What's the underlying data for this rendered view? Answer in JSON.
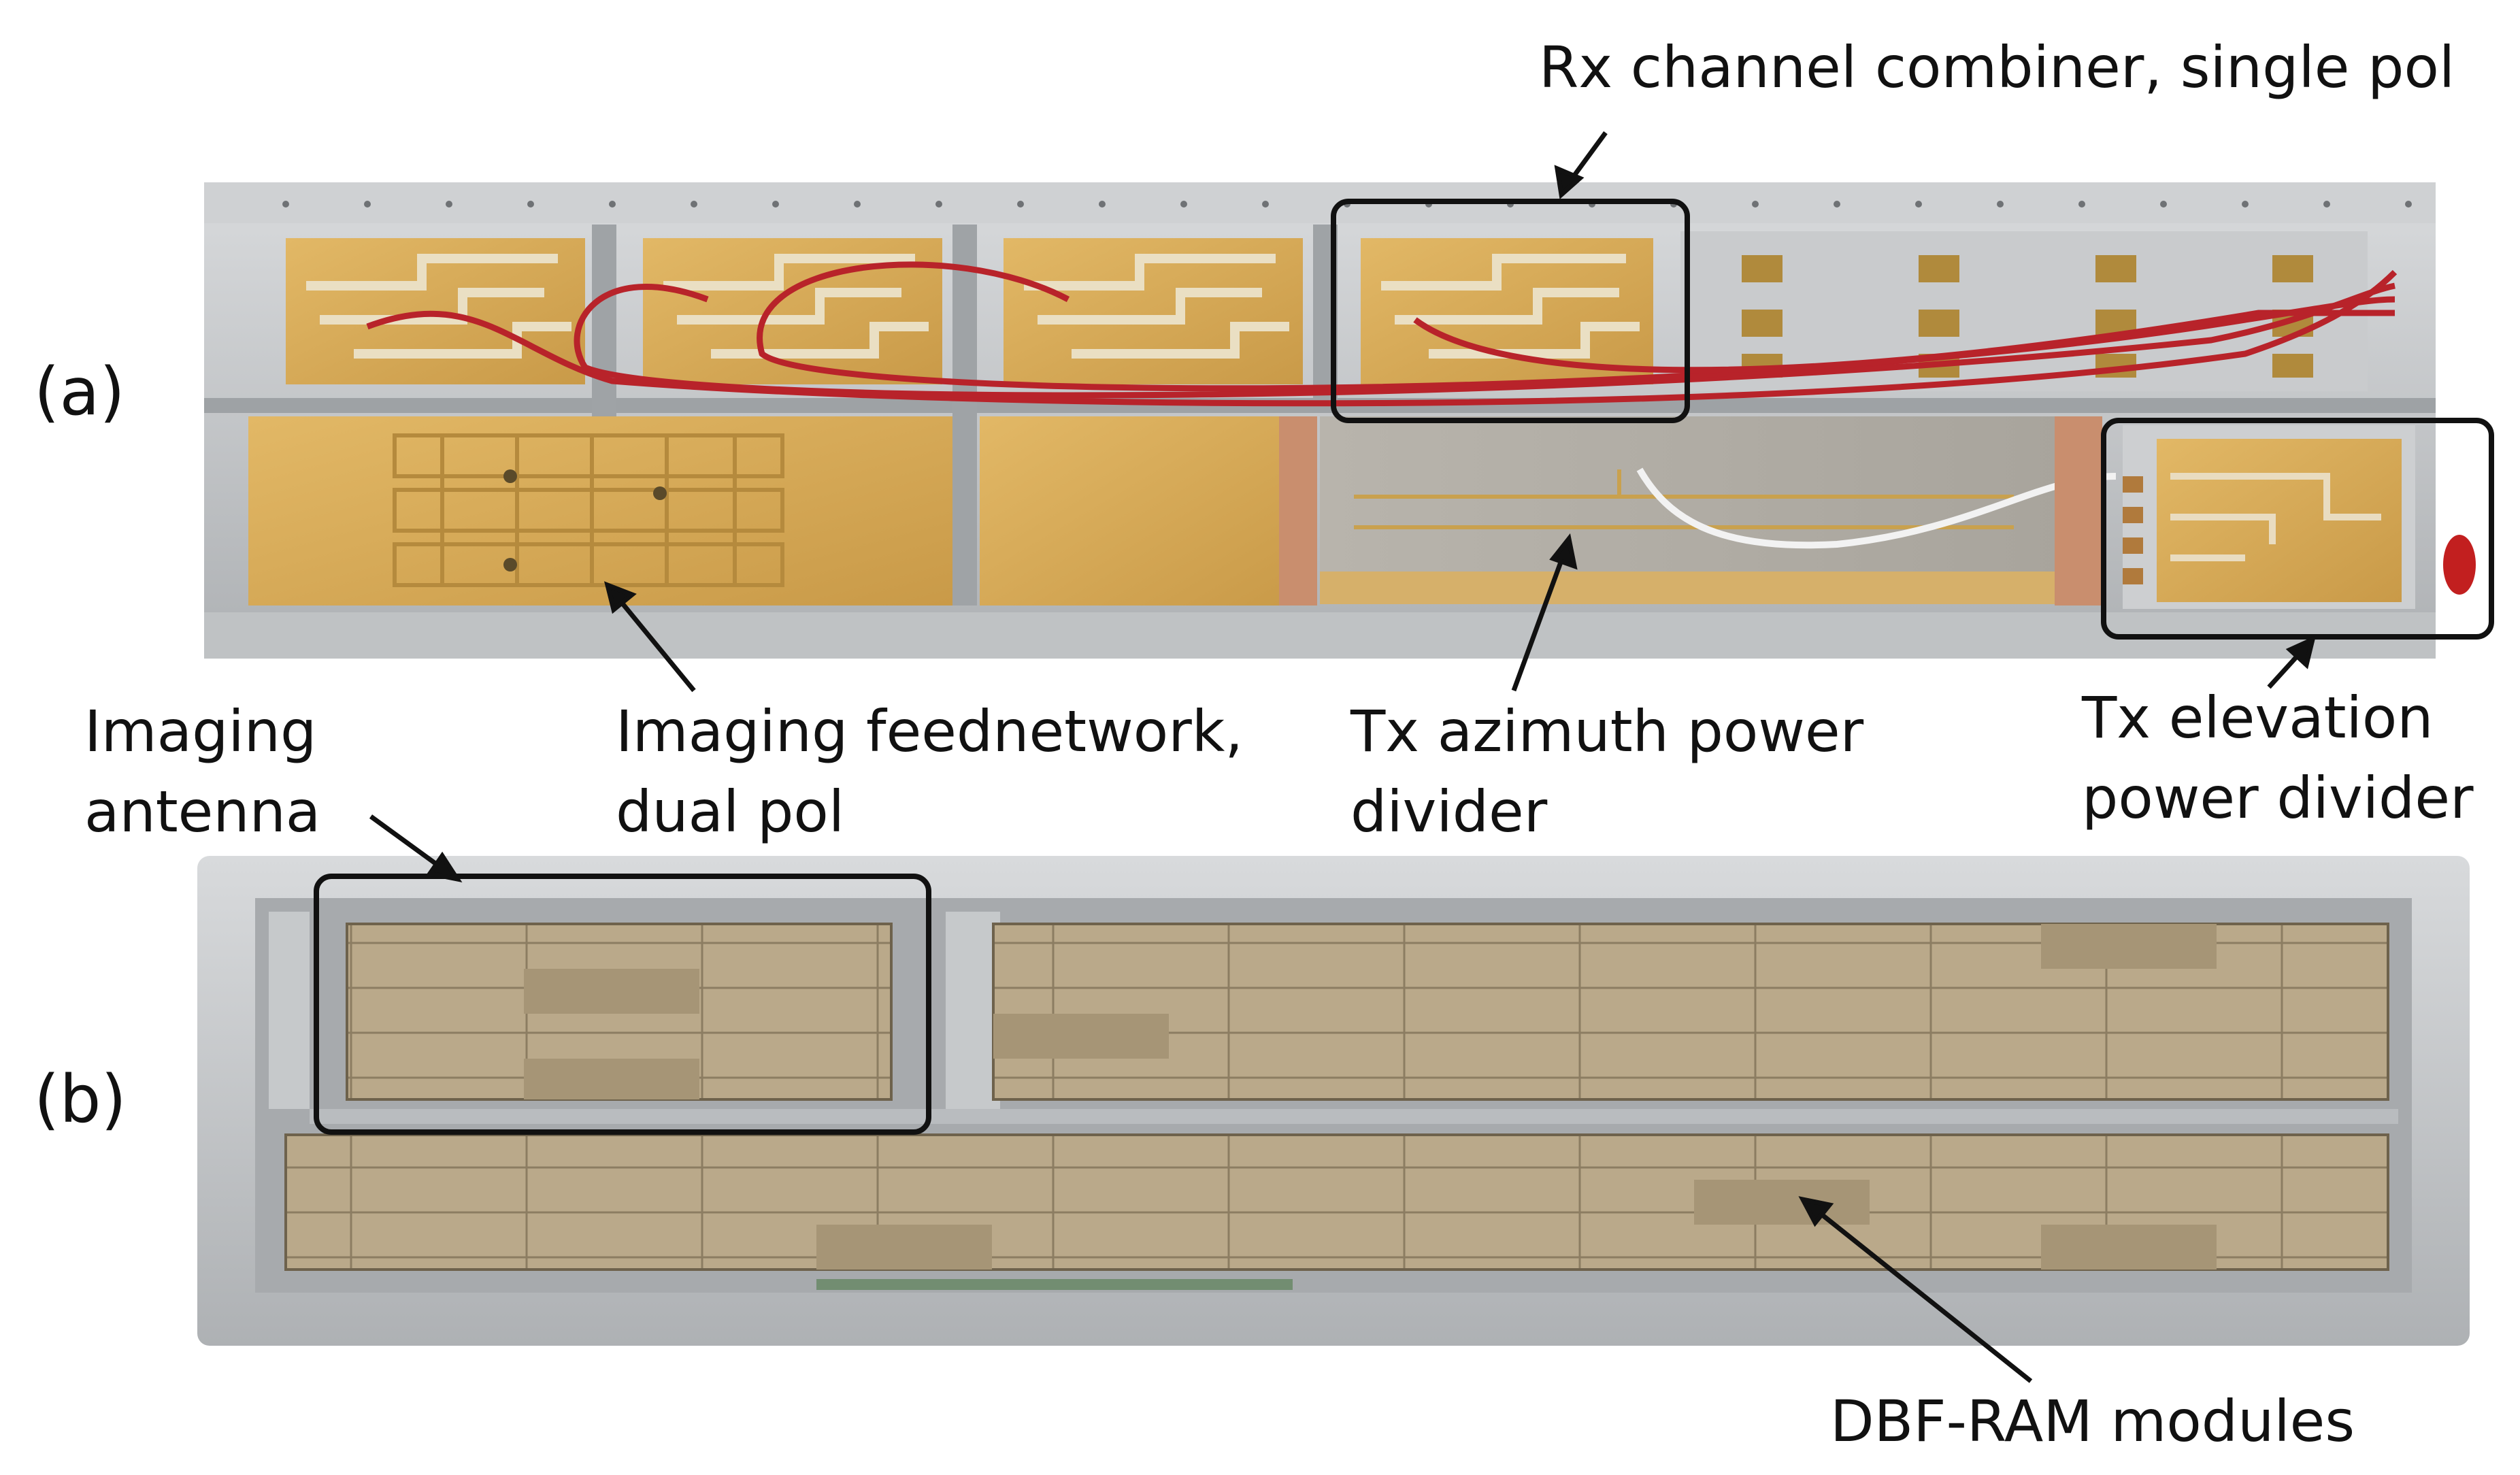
{
  "panels": {
    "a": {
      "label": "(a)"
    },
    "b": {
      "label": "(b)"
    }
  },
  "annotations": {
    "rx_combiner": "Rx channel combiner, single pol",
    "imaging_antenna": [
      "Imaging",
      "antenna"
    ],
    "imaging_feednetwork": [
      "Imaging feednetwork,",
      "dual pol"
    ],
    "tx_azimuth": [
      "Tx azimuth power",
      "divider"
    ],
    "tx_elevation": [
      "Tx elevation",
      "power divider"
    ],
    "dbf_ram": "DBF-RAM modules"
  },
  "colors": {
    "frame": "#c4c6c8",
    "pcb_gold": "#d9ad5c",
    "pcb_trace": "#e8dcc0",
    "cable_red": "#b8232a",
    "absorber_tile": "#b9a88a",
    "highlight_box": "#111111"
  }
}
